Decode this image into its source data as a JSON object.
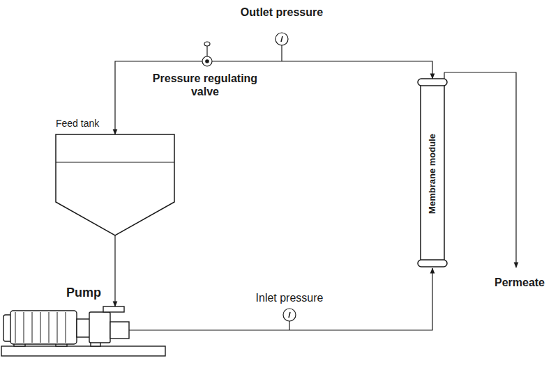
{
  "diagram": {
    "nodes": [
      {
        "text": [
          "Feed tank"
        ]
      },
      {
        "text": [
          "Membrane module"
        ]
      },
      {
        "text": [
          "Pump"
        ]
      }
    ],
    "edges": [
      {
        "from": 0,
        "to": 2,
        "arrow": "to"
      },
      {
        "from": 2,
        "to": 1,
        "arrow": "to"
      },
      {
        "from": 1,
        "to": 0,
        "arrow": "both"
      }
    ],
    "labels": [
      "Outlet pressure",
      "Pressure regulating valve",
      "Inlet pressure",
      "Permeate"
    ]
  }
}
